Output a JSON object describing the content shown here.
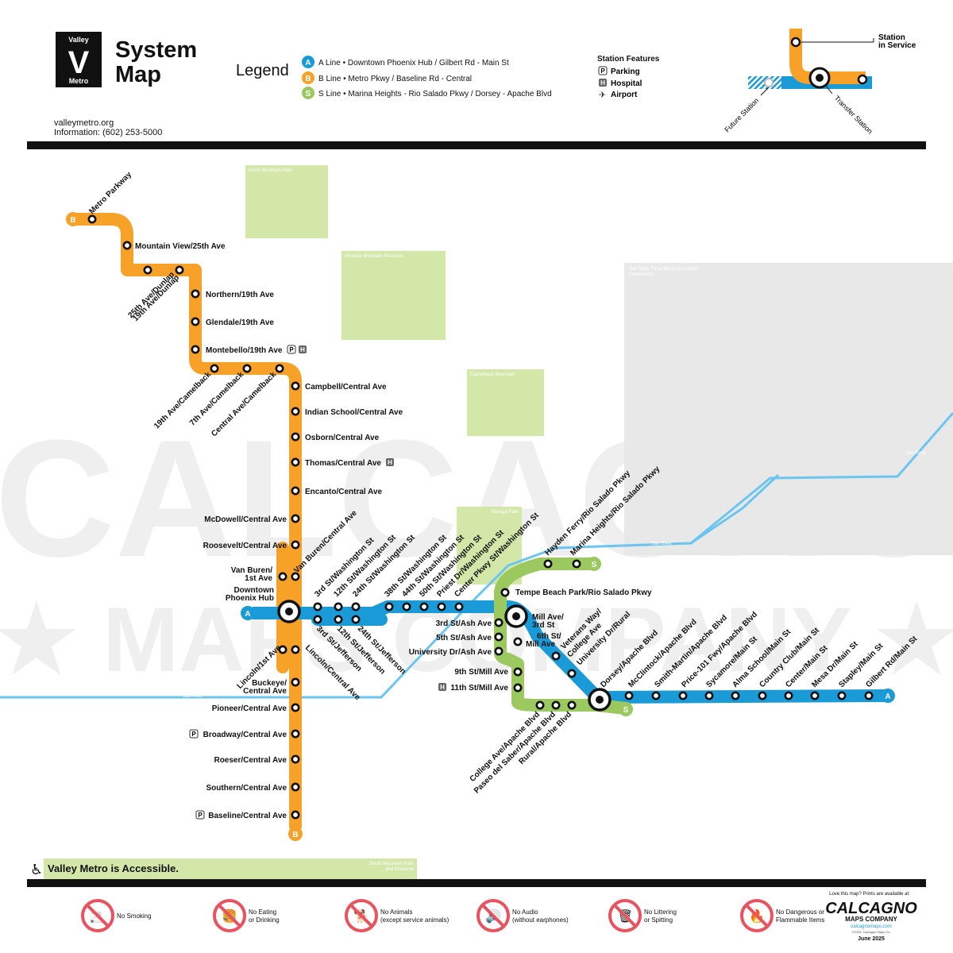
{
  "header": {
    "logo_top": "Valley",
    "logo_letter": "V",
    "logo_bottom": "Metro",
    "title_line1": "System",
    "title_line2": "Map",
    "website": "valleymetro.org",
    "info": "Information: (602) 253-5000",
    "legend_title": "Legend",
    "lines": [
      {
        "badge": "A",
        "label": "A Line • Downtown Phoenix Hub / Gilbert Rd - Main St",
        "color": "#1a9ad6"
      },
      {
        "badge": "B",
        "label": "B Line • Metro Pkwy / Baseline Rd - Central",
        "color": "#f7a128"
      },
      {
        "badge": "S",
        "label": "S Line • Marina Heights - Rio Salado Pkwy / Dorsey - Apache Blvd",
        "color": "#9cc95f"
      }
    ],
    "features_title": "Station Features",
    "features": [
      {
        "icon": "P",
        "label": "Parking"
      },
      {
        "icon": "H",
        "label": "Hospital"
      },
      {
        "icon": "✈",
        "label": "Airport"
      }
    ],
    "key": {
      "in_service": "Station",
      "in_service2": "in Service",
      "future": "Future Station",
      "transfer": "Transfer Station"
    }
  },
  "parks": [
    {
      "name": "North Mountain Park"
    },
    {
      "name": "Phoenix Mountain Preserve"
    },
    {
      "name": "Camelback Mountain"
    },
    {
      "name": "Papago Park"
    },
    {
      "name": "Salt River Pima-Maricopa Indian"
    },
    {
      "name": "Community"
    },
    {
      "name": "South Mountain Park"
    },
    {
      "name": "and Preserve"
    }
  ],
  "rivers": {
    "label": "Salt River"
  },
  "watermark": {
    "line1": "CALCAGNO",
    "line2": "★ MAPS COMPANY ★"
  },
  "stations": {
    "b_north": [
      "Metro Parkway",
      "Mountain View/25th Ave",
      "25th Ave/Dunlap",
      "19th Ave/Dunlap",
      "Northern/19th Ave",
      "Glendale/19th Ave",
      "Montebello/19th Ave",
      "19th Ave/Camelback",
      "7th Ave/Camelback",
      "Central Ave/Camelback"
    ],
    "b_central": [
      "Campbell/Central Ave",
      "Indian School/Central Ave",
      "Osborn/Central Ave",
      "Thomas/Central Ave",
      "Encanto/Central Ave",
      "McDowell/Central Ave",
      "Roosevelt/Central Ave"
    ],
    "hub": [
      "Van Buren/",
      "1st Ave",
      "Van Buren/Central Ave",
      "Downtown",
      "Phoenix Hub"
    ],
    "b_south": [
      "Lincoln/1st Ave",
      "Lincoln/Central Ave",
      "Buckeye/",
      "Central Ave",
      "Pioneer/Central Ave",
      "Broadway/Central Ave",
      "Roeser/Central Ave",
      "Southern/Central Ave",
      "Baseline/Central Ave"
    ],
    "washington": [
      "3rd St/Washington St",
      "12th St/Washington St",
      "24th St/Washington St",
      "38th St/Washington St",
      "44th St/Washington St",
      "50th St/Washington St",
      "Priest Dr/Washington St",
      "Center Pkwy St/Washington St"
    ],
    "jefferson": [
      "3rd St/Jefferson",
      "12th St/Jefferson",
      "24th St/Jefferson"
    ],
    "tempe": [
      "Hayden Ferry/Rio Salado Pkwy",
      "Marina Heights/Rio Salado Pkwy",
      "Tempe Beach Park/Rio Salado Pkwy",
      "3rd St/Ash Ave",
      "5th St/Ash Ave",
      "University Dr/Ash Ave",
      "Mill Ave/",
      "3rd St",
      "6th St/",
      "Mill Ave",
      "9th St/Mill Ave",
      "11th St/Mill Ave",
      "Veterans Way/",
      "College Ave",
      "University Dr/Rural",
      "College Ave/Apache Blvd",
      "Paseo del Saber/Apache Blvd",
      "Rural/Apache Blvd"
    ],
    "apache": [
      "Dorsey/Apache Blvd",
      "McClintock/Apache Blvd",
      "Smith-Martin/Apache Blvd",
      "Price-101 Fwy/Apache Blvd",
      "Sycamore/Main St",
      "Alma School/Main St",
      "Country Club/Main St",
      "Center/Main St",
      "Mesa Dr/Main St",
      "Stapley/Main St",
      "Gilbert Rd/Main St"
    ]
  },
  "accessible": "Valley Metro is Accessible.",
  "rules": [
    {
      "icon": "no-smoking-icon",
      "l1": "No Smoking",
      "l2": ""
    },
    {
      "icon": "no-eating-icon",
      "l1": "No Eating",
      "l2": "or Drinking"
    },
    {
      "icon": "no-animals-icon",
      "l1": "No Animals",
      "l2": "(except service animals)"
    },
    {
      "icon": "no-audio-icon",
      "l1": "No Audio",
      "l2": "(without earphones)"
    },
    {
      "icon": "no-littering-icon",
      "l1": "No Littering",
      "l2": "or Spitting"
    },
    {
      "icon": "no-flammable-icon",
      "l1": "No Dangerous or",
      "l2": "Flammable Items"
    }
  ],
  "footer": {
    "love": "Love this map? Prints are available at:",
    "brand": "CALCAGNO",
    "brand2": "MAPS COMPANY",
    "site": "calcagnomaps.com",
    "copy": "©2025, Calcagno Maps Co.",
    "date": "June 2025"
  },
  "colors": {
    "a": "#1a9ad6",
    "b": "#f7a128",
    "s": "#9cc95f",
    "park": "#d3e7a8",
    "reserve": "#e8e8e8",
    "river": "#6cc5f0",
    "rule": "#e8535f"
  }
}
